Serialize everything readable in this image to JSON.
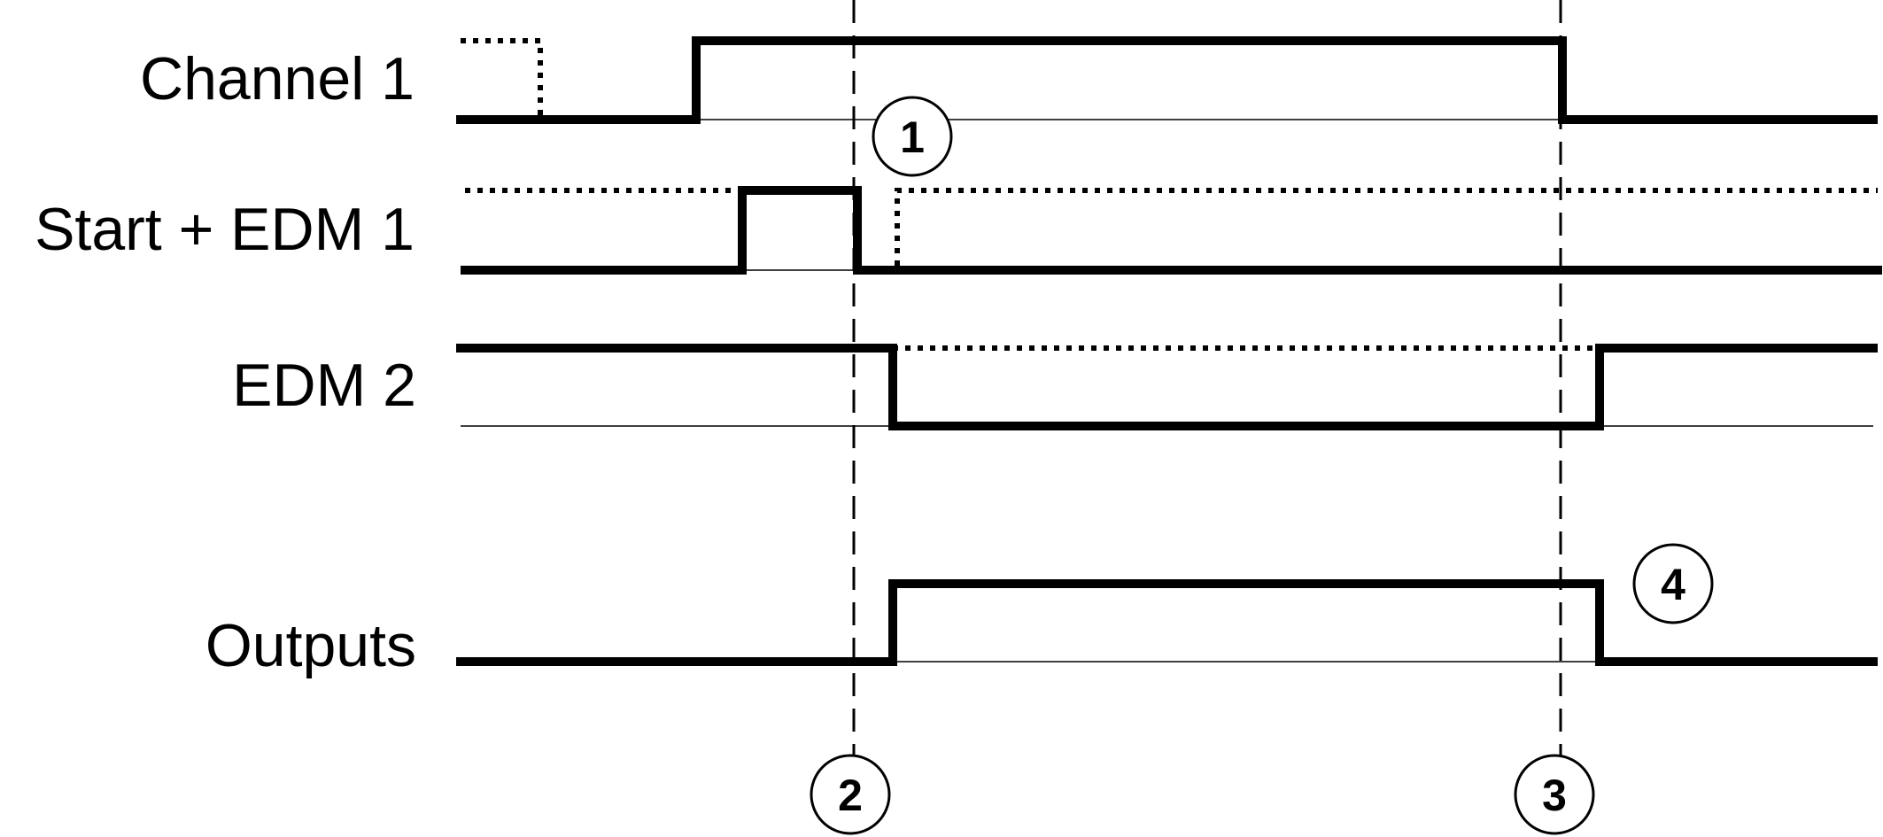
{
  "signals": [
    {
      "id": "channel-1",
      "label": "Channel 1"
    },
    {
      "id": "start-edm-1",
      "label": "Start + EDM 1"
    },
    {
      "id": "edm-2",
      "label": "EDM 2"
    },
    {
      "id": "outputs",
      "label": "Outputs"
    }
  ],
  "markers": [
    "1",
    "2",
    "3",
    "4"
  ]
}
